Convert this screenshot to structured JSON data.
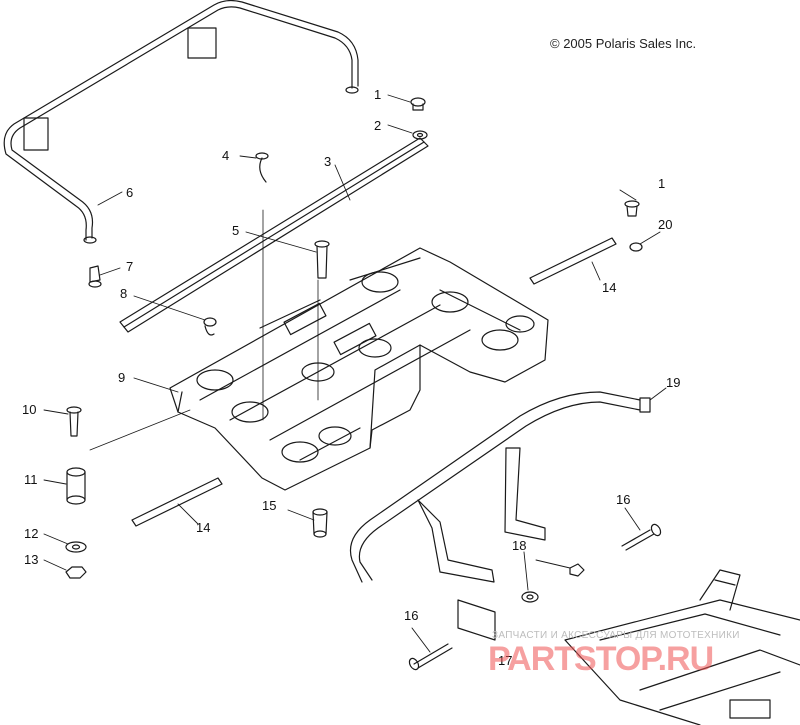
{
  "copyright": "© 2005 Polaris Sales Inc.",
  "callouts": [
    "1",
    "2",
    "3",
    "4",
    "5",
    "6",
    "7",
    "8",
    "9",
    "10",
    "11",
    "12",
    "13",
    "14",
    "15",
    "16",
    "17",
    "18",
    "19",
    "20"
  ],
  "watermark": {
    "caption": "ЗАПЧАСТИ И АКСЕССУАРЫ ДЛЯ МОТОТЕХНИКИ",
    "logo": "PARTSTOP.RU"
  },
  "colors": {
    "line": "#1a1a1a",
    "watermark_logo": "#ee5252",
    "watermark_caption": "#bdbdbd"
  }
}
